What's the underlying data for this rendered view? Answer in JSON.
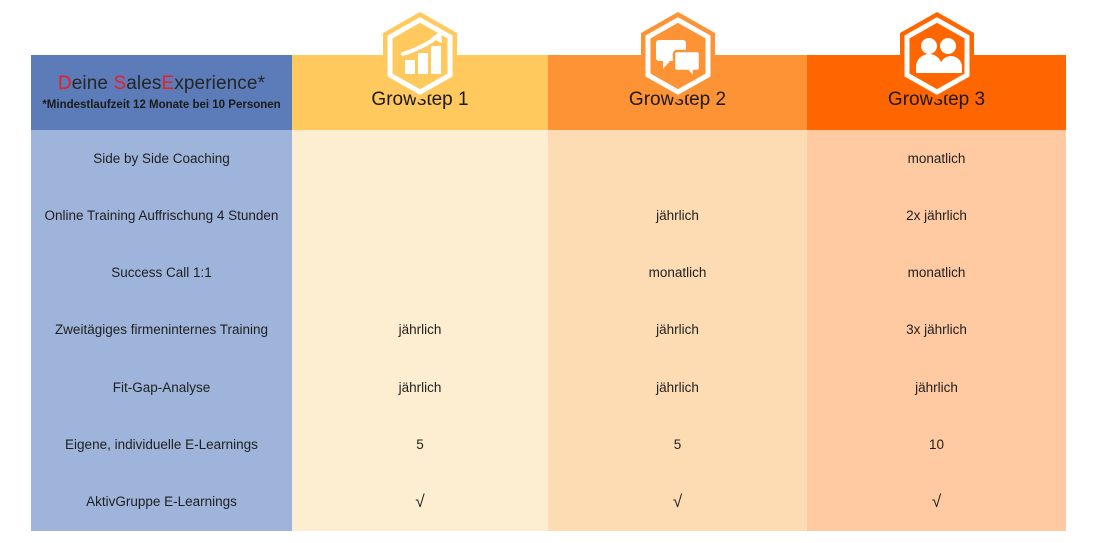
{
  "brand": {
    "title_parts": [
      {
        "text": "D",
        "accent": true
      },
      {
        "text": "eine ",
        "accent": false
      },
      {
        "text": "S",
        "accent": true
      },
      {
        "text": "ales",
        "accent": false
      },
      {
        "text": "E",
        "accent": true
      },
      {
        "text": "xperience*",
        "accent": false
      }
    ],
    "title_plain": "Deine SalesExperience*",
    "subtitle": "*Mindestlaufzeit 12 Monate bei 10 Personen",
    "accent_color": "#ee1c25",
    "text_color": "#262626",
    "header_bg": "#5b7cb9",
    "body_bg": "#9fb4db"
  },
  "columns": [
    {
      "label": "Growstep 1",
      "icon": "bar-chart-growth-icon",
      "header_bg": "#ffc95e",
      "body_bg": "#fdedd1"
    },
    {
      "label": "Growstep 2",
      "icon": "speech-bubbles-icon",
      "header_bg": "#fd9334",
      "body_bg": "#fddcb4"
    },
    {
      "label": "Growstep 3",
      "icon": "people-group-icon",
      "header_bg": "#ff6600",
      "body_bg": "#ffc9a2"
    }
  ],
  "rows": [
    {
      "label": "Side by Side Coaching",
      "values": [
        "",
        "",
        "monatlich"
      ]
    },
    {
      "label": "Online Training Auffrischung 4 Stunden",
      "values": [
        "",
        "jährlich",
        "2x jährlich"
      ]
    },
    {
      "label": "Success Call 1:1",
      "values": [
        "",
        "monatlich",
        "monatlich"
      ]
    },
    {
      "label": "Zweitägiges firmeninternes Training",
      "values": [
        "jährlich",
        "jährlich",
        "3x jährlich"
      ]
    },
    {
      "label": "Fit-Gap-Analyse",
      "values": [
        "jährlich",
        "jährlich",
        "jährlich"
      ]
    },
    {
      "label": "Eigene, individuelle E-Learnings",
      "values": [
        "5",
        "5",
        "10"
      ]
    },
    {
      "label": "AktivGruppe E-Learnings",
      "values": [
        "√",
        "√",
        "√"
      ]
    }
  ]
}
